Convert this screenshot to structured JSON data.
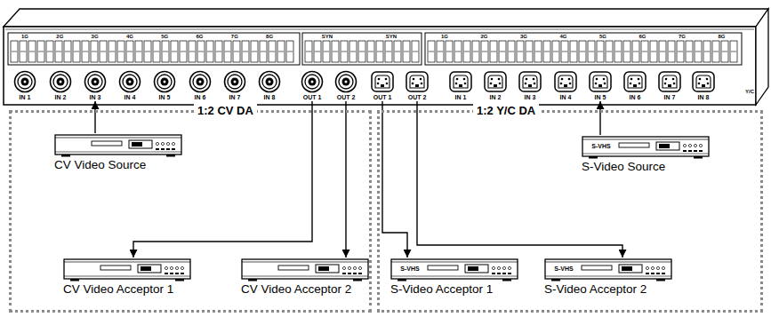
{
  "diagram": {
    "nodes": [
      {
        "text": [
          "IN 1"
        ]
      },
      {
        "text": [
          "IN 2"
        ]
      },
      {
        "text": [
          "IN 3"
        ]
      },
      {
        "text": [
          "IN 4"
        ]
      },
      {
        "text": [
          "IN 5"
        ]
      },
      {
        "text": [
          "IN 6"
        ]
      },
      {
        "text": [
          "IN 7"
        ]
      },
      {
        "text": [
          "IN 8"
        ]
      },
      {
        "text": [
          "OUT 1"
        ]
      },
      {
        "text": [
          "OUT 2"
        ]
      },
      {
        "text": [
          "OUT 1"
        ]
      },
      {
        "text": [
          "OUT 2"
        ]
      },
      {
        "text": [
          "IN 1"
        ]
      },
      {
        "text": [
          "IN 2"
        ]
      },
      {
        "text": [
          "IN 3"
        ]
      },
      {
        "text": [
          "IN 4"
        ]
      },
      {
        "text": [
          "IN 5"
        ]
      },
      {
        "text": [
          "IN 6"
        ]
      },
      {
        "text": [
          "IN 7"
        ]
      },
      {
        "text": [
          "IN 8"
        ]
      },
      {
        "text": [
          "1:2 CV DA"
        ]
      },
      {
        "text": [
          "CV Video Source"
        ],
        "in": 20
      },
      {
        "text": [
          "CV Video Acceptor 1"
        ],
        "in": 20
      },
      {
        "text": [
          "CV Video Acceptor 2"
        ],
        "in": 20
      },
      {
        "text": [
          "1:2 Y/C DA"
        ]
      },
      {
        "text": [
          "S-Video Source"
        ],
        "in": 24
      },
      {
        "text": [
          "S-Video Acceptor 1"
        ],
        "in": 24
      },
      {
        "text": [
          "S-Video Acceptor 2"
        ],
        "in": 24
      }
    ],
    "edges": [
      {
        "from": 21,
        "to": 2,
        "arrow": "to"
      },
      {
        "from": 8,
        "to": 22,
        "arrow": "to"
      },
      {
        "from": 9,
        "to": 23,
        "arrow": "to"
      },
      {
        "from": 10,
        "to": 26,
        "arrow": "to"
      },
      {
        "from": 11,
        "to": 27,
        "arrow": "to"
      },
      {
        "from": 25,
        "to": 16,
        "arrow": "to"
      }
    ],
    "labels": [
      "1G",
      "2G",
      "3G",
      "4G",
      "5G",
      "6G",
      "7G",
      "8G",
      "SYN",
      "SYN",
      "1G",
      "2G",
      "3G",
      "4G",
      "5G",
      "6G",
      "7G",
      "8G",
      "Y/C",
      "S-VHS",
      "S-VHS",
      "S-VHS"
    ]
  }
}
